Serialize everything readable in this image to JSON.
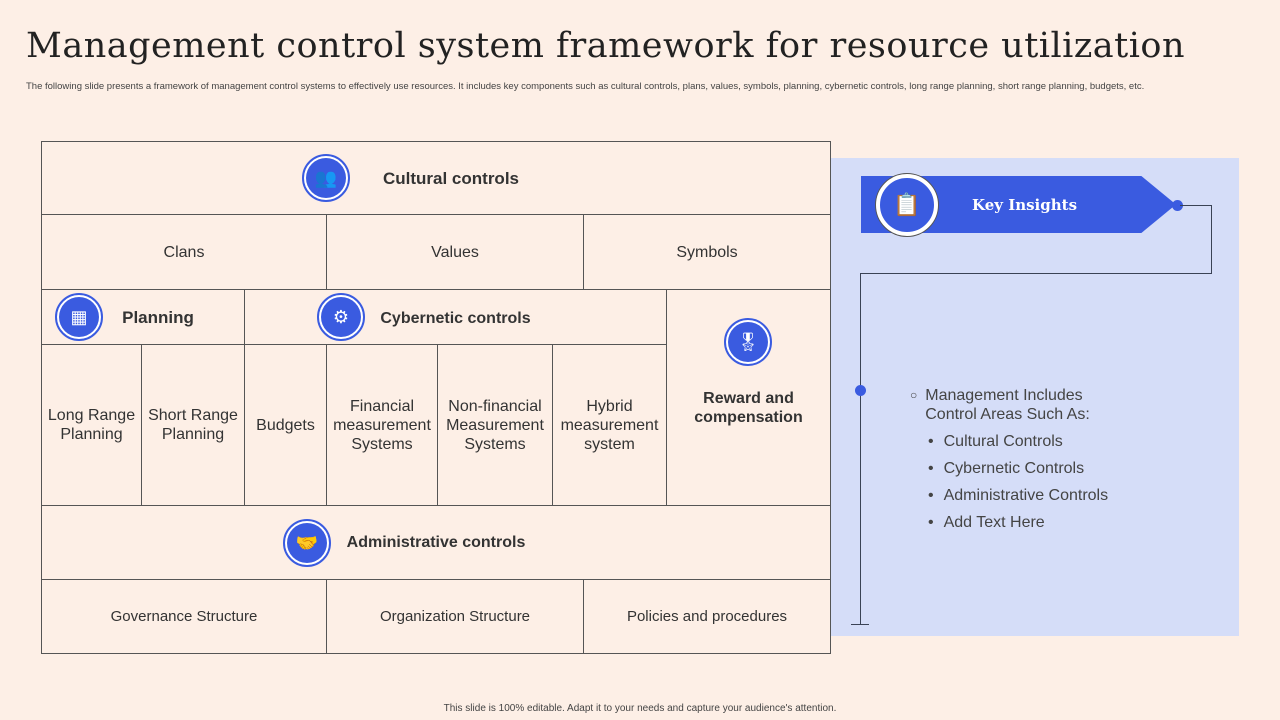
{
  "title": "Management control system framework for resource utilization",
  "subtitle": "The following slide presents a framework of management control systems to effectively use resources. It includes key components such as cultural controls, plans, values, symbols, planning, cybernetic controls, long range planning, short range planning, budgets, etc.",
  "cultural": {
    "title": "Cultural controls",
    "items": [
      "Clans",
      "Values",
      "Symbols"
    ]
  },
  "planning": {
    "title": "Planning",
    "items": [
      "Long Range Planning",
      "Short Range Planning",
      "Budgets"
    ]
  },
  "cybernetic": {
    "title": "Cybernetic controls",
    "items": [
      "Financial measurement Systems",
      "Non-financial Measurement Systems",
      "Hybrid measurement system"
    ]
  },
  "reward": {
    "title": "Reward and compensation"
  },
  "administrative": {
    "title": "Administrative controls",
    "items": [
      "Governance Structure",
      "Organization Structure",
      "Policies and procedures"
    ]
  },
  "insights": {
    "title": "Key Insights",
    "lead": "Management Includes Control Areas Such As:",
    "items": [
      "Cultural Controls",
      "Cybernetic Controls",
      "Administrative Controls",
      "Add Text Here"
    ]
  },
  "footer": "This slide is 100% editable. Adapt it to your needs and capture your audience's attention.",
  "colors": {
    "accent": "#3a5be0",
    "panel": "#d5ddf8",
    "background": "#fdefe6"
  }
}
